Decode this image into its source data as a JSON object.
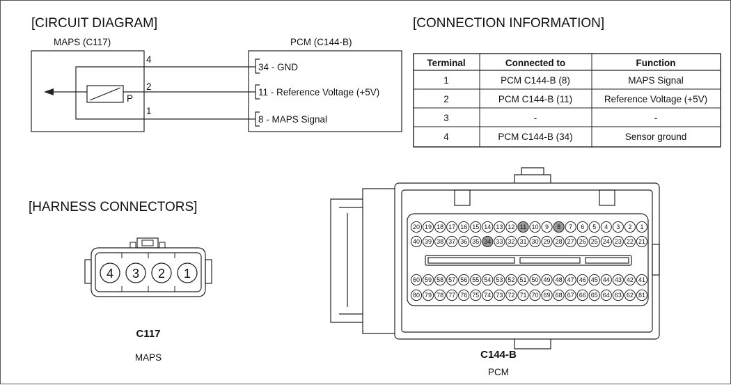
{
  "circuit": {
    "title": "[CIRCUIT DIAGRAM]",
    "left_connector": "MAPS (C117)",
    "right_connector": "PCM (C144-B)",
    "wire_labels": [
      "4",
      "2",
      "1"
    ],
    "sensor_pin_label": "P",
    "pcm_labels": [
      "34 - GND",
      "11 - Reference Voltage (+5V)",
      "8 - MAPS Signal"
    ]
  },
  "connection": {
    "title": "[CONNECTION INFORMATION]",
    "headers": [
      "Terminal",
      "Connected to",
      "Function"
    ],
    "rows": [
      [
        "1",
        "PCM C144-B (8)",
        "MAPS Signal"
      ],
      [
        "2",
        "PCM C144-B (11)",
        "Reference Voltage (+5V)"
      ],
      [
        "3",
        "-",
        "-"
      ],
      [
        "4",
        "PCM C144-B (34)",
        "Sensor ground"
      ]
    ]
  },
  "harness": {
    "title": "[HARNESS CONNECTORS]",
    "c117_pins": [
      "4",
      "3",
      "2",
      "1"
    ],
    "c117_name": "C117",
    "c117_desc": "MAPS",
    "c144_name": "C144-B",
    "c144_desc": "PCM",
    "c144_rows": [
      [
        "20",
        "19",
        "18",
        "17",
        "16",
        "15",
        "14",
        "13",
        "12",
        "11",
        "10",
        "9",
        "8",
        "7",
        "6",
        "5",
        "4",
        "3",
        "2",
        "1"
      ],
      [
        "40",
        "39",
        "38",
        "37",
        "36",
        "35",
        "34",
        "33",
        "32",
        "31",
        "30",
        "29",
        "28",
        "27",
        "26",
        "25",
        "24",
        "23",
        "22",
        "21"
      ],
      [
        "60",
        "59",
        "58",
        "57",
        "56",
        "55",
        "54",
        "53",
        "52",
        "51",
        "50",
        "49",
        "48",
        "47",
        "46",
        "45",
        "44",
        "43",
        "42",
        "41"
      ],
      [
        "80",
        "79",
        "78",
        "77",
        "76",
        "75",
        "74",
        "73",
        "72",
        "71",
        "70",
        "69",
        "68",
        "67",
        "66",
        "65",
        "64",
        "63",
        "62",
        "81"
      ]
    ],
    "c144_highlight": [
      "8",
      "11",
      "34"
    ]
  }
}
